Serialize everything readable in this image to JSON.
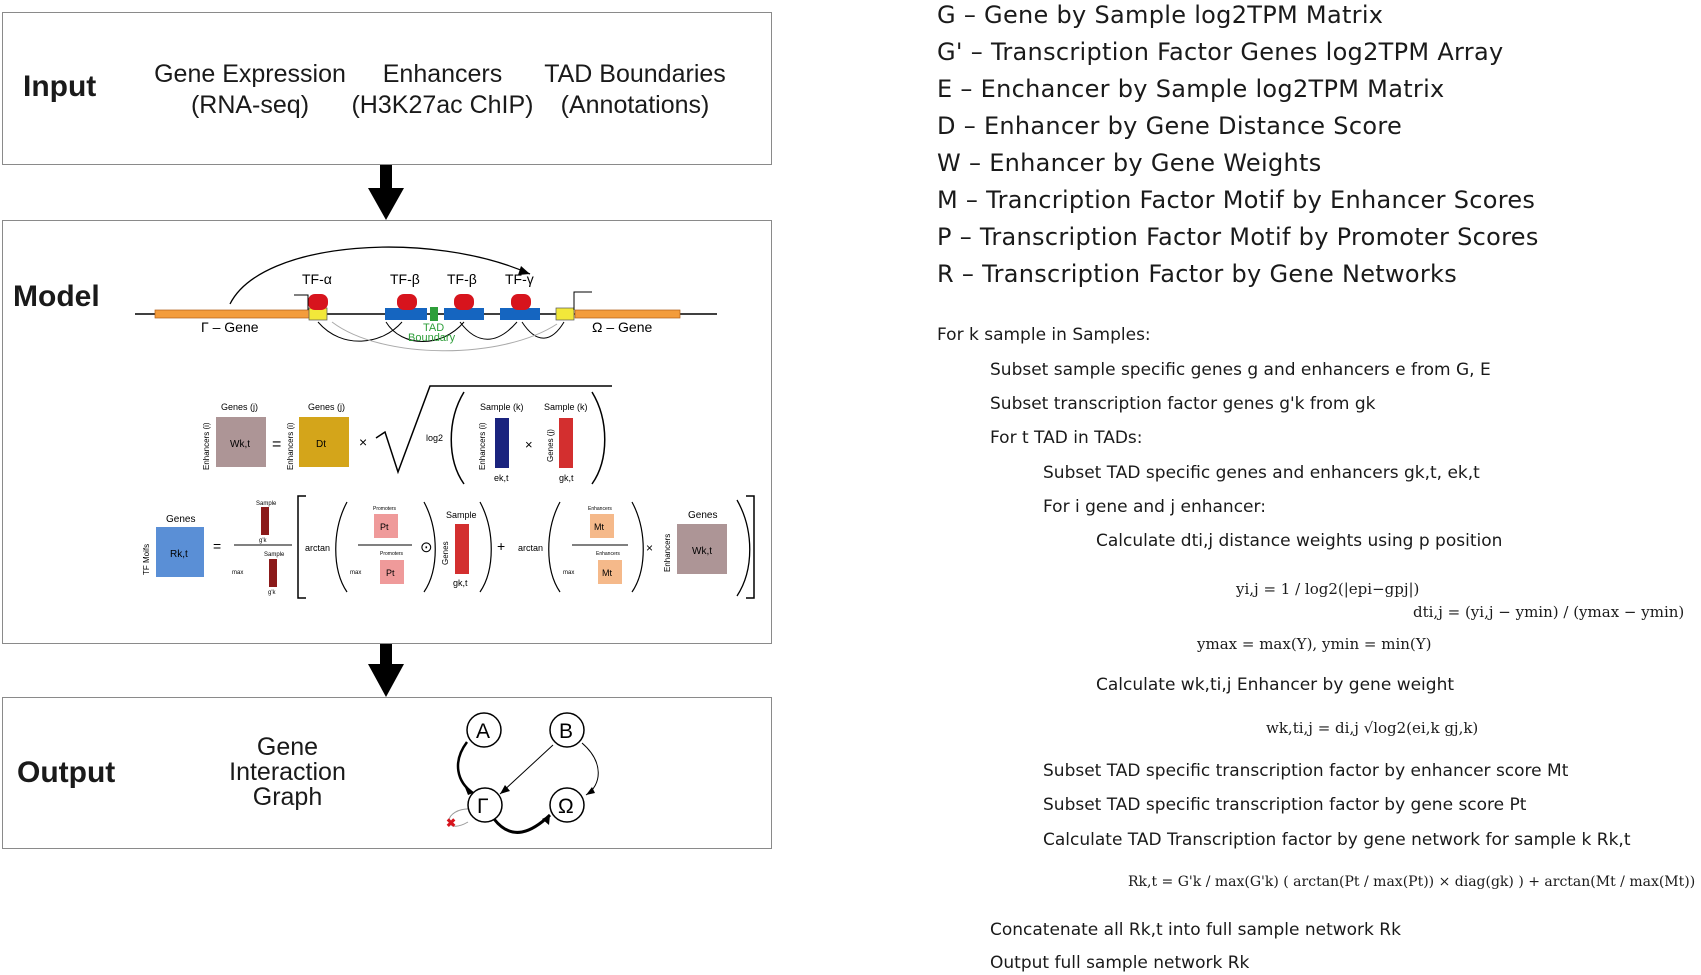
{
  "input": {
    "title": "Input",
    "items": [
      {
        "line1": "Gene Expression",
        "line2": "(RNA-seq)"
      },
      {
        "line1": "Enhancers",
        "line2": "(H3K27ac ChIP)"
      },
      {
        "line1": "TAD Boundaries",
        "line2": "(Annotations)"
      }
    ]
  },
  "model": {
    "title": "Model",
    "genome": {
      "gene_left": "Γ – Gene",
      "gene_right": "Ω – Gene",
      "tfs": [
        "TF-α",
        "TF-β",
        "TF-β",
        "TF-γ"
      ],
      "tad_label_1": "TAD",
      "tad_label_2": "Boundary"
    },
    "eq1": {
      "w_label": "Wk,t",
      "d_label": "Dt",
      "genes_j": "Genes (j)",
      "enhancers_i": "Enhancers (i)",
      "log": "log2",
      "sample_k": "Sample (k)",
      "genes_j_side": "Genes (j)",
      "e_label": "ek,t",
      "g_label": "gk,t"
    },
    "eq2": {
      "genes": "Genes",
      "tf_motifs": "TF Moifs",
      "r_label": "Rk,t",
      "arctan": "arctan",
      "max": "max",
      "sample": "Sample",
      "enhancers": "Enhancers",
      "promoters": "Promoters",
      "tf_motifs_small": "TF Motifs",
      "g_prime": "g'k",
      "p_label": "Pt",
      "m_label": "Mt",
      "genes_side": "Genes",
      "g_k": "gk,t",
      "w_label": "Wk,t",
      "enhancers_side": "Enhancers"
    }
  },
  "output": {
    "title": "Output",
    "label_lines": [
      "Gene",
      "Interaction",
      "Graph"
    ],
    "nodes": [
      "A",
      "B",
      "Γ",
      "Ω"
    ]
  },
  "legend": [
    "G – Gene by Sample log2TPM Matrix",
    "G' – Transcription Factor Genes log2TPM Array",
    "E – Enchancer by Sample log2TPM Matrix",
    "D – Enhancer by Gene Distance Score",
    "W – Enhancer by Gene Weights",
    "M – Trancription Factor Motif by Enhancer Scores",
    "P – Transcription Factor Motif by Promoter Scores",
    "R – Transcription Factor by Gene Networks"
  ],
  "algorithm": {
    "l1": "For k sample in Samples:",
    "l2": "Subset sample specific genes g and enhancers e from G, E",
    "l3": "Subset transcription factor genes g'k from gk",
    "l4": "For t TAD in TADs:",
    "l5": "Subset TAD specific genes and enhancers gk,t, ek,t",
    "l6": "For i gene and j enhancer:",
    "l7": "Calculate dti,j distance weights using p position",
    "eq_y": "yi,j = 1 / log2(|epi−gpj|)",
    "eq_ymax": "ymax = max(Y), ymin = min(Y)",
    "eq_d": "dti,j = (yi,j − ymin) / (ymax − ymin)",
    "l8": "Calculate wk,ti,j Enhancer by gene weight",
    "eq_w": "wk,ti,j = di,j √log2(ei,k gj,k)",
    "l9": "Subset TAD specific transcription factor by enhancer score Mt",
    "l10": "Subset TAD specific transcription factor by gene score Pt",
    "l11": "Calculate TAD Transcription factor by gene network for sample k Rk,t",
    "eq_r": "Rk,t = G'k / max(G'k) ( arctan(Pt / max(Pt)) × diag(gk) ) + arctan(Mt / max(Mt)) × Wk,t )",
    "l12": "Concatenate all Rk,t into full sample network Rk",
    "l13": "Output full sample network Rk"
  },
  "colors": {
    "gene": "#f39c3c",
    "tf": "#d7141d",
    "enhancer": "#1565c0",
    "tad": "#2e9e3a",
    "promoter": "#f2e83a",
    "w_box": "#ad9596",
    "d_box": "#d4a51a",
    "e_bar": "#1a237e",
    "g_bar": "#d32f2f",
    "r_box": "#5a8fd6",
    "p_box": "#ef9a9a",
    "m_box": "#f5b98a",
    "gp_bar": "#8b1a1a"
  }
}
